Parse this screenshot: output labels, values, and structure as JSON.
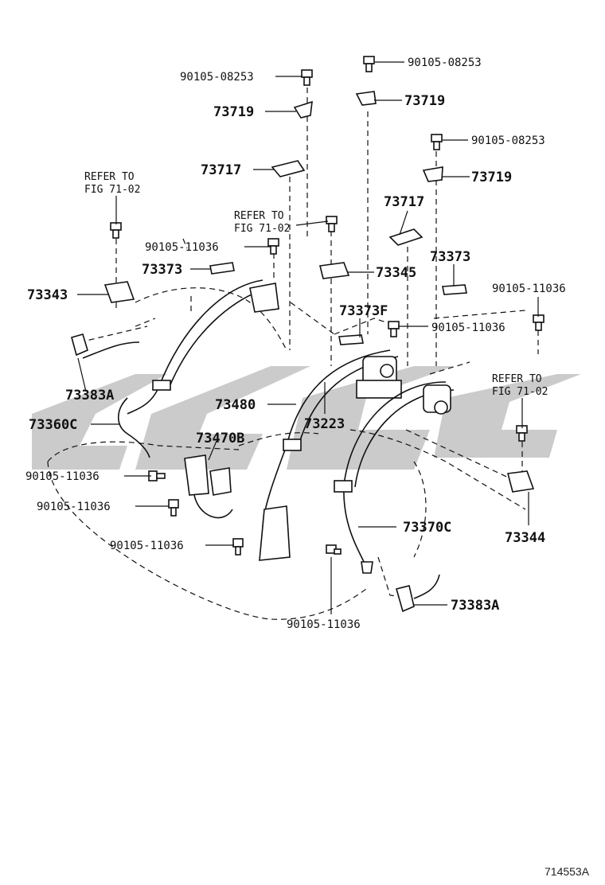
{
  "labels": {
    "bolt_08253_a": "90105-08253",
    "bolt_08253_b": "90105-08253",
    "bolt_08253_c": "90105-08253",
    "anchor_73719_a": "73719",
    "anchor_73719_b": "73719",
    "anchor_73719_c": "73719",
    "cover_73717_a": "73717",
    "cover_73717_b": "73717",
    "refer_a_line1": "REFER TO",
    "refer_a_line2": "FIG 71-02",
    "refer_b_line1": "REFER TO",
    "refer_b_line2": "FIG 71-02",
    "refer_c_line1": "REFER TO",
    "refer_c_line2": "FIG 71-02",
    "bolt_11036_a": "90105-11036",
    "bolt_11036_b": "90105-11036",
    "bolt_11036_c": "90105-11036",
    "bolt_11036_d": "90105-11036",
    "bolt_11036_e": "90105-11036",
    "bolt_11036_f": "90105-11036",
    "bolt_11036_g": "90105-11036",
    "escutcheon_73373_a": "73373",
    "escutcheon_73373_b": "73373",
    "escutcheon_73373f": "73373F",
    "bezel_73343": "73343",
    "bezel_73345": "73345",
    "bezel_73344": "73344",
    "sensor_73383a_a": "73383A",
    "sensor_73383a_b": "73383A",
    "belt_73360c": "73360C",
    "belt_73480": "73480",
    "belt_73370c": "73370C",
    "buckle_73470b": "73470B",
    "retractor_73223": "73223",
    "figure_number": "714553A"
  }
}
